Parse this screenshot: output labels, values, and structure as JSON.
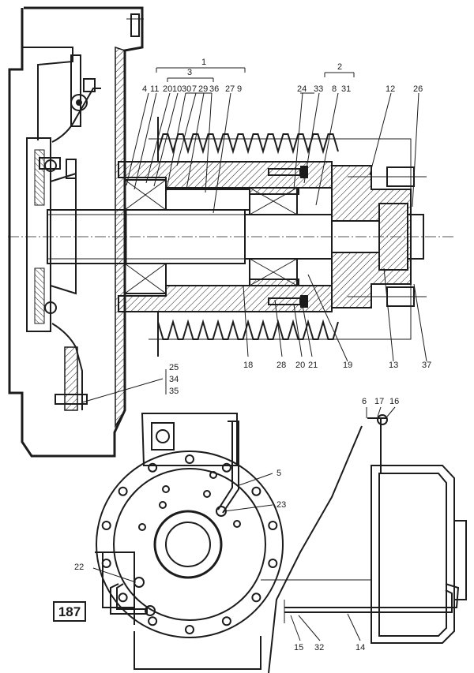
{
  "figure": {
    "number": "187"
  },
  "callouts": {
    "group_1": "1",
    "group_2": "2",
    "group_3": "3",
    "p4": "4",
    "p11": "11",
    "p20_top": "20",
    "p10": "10",
    "p30": "30",
    "p7": "7",
    "p29": "29",
    "p36": "36",
    "p27": "27",
    "p9": "9",
    "p24": "24",
    "p33": "33",
    "p8": "8",
    "p31": "31",
    "p12": "12",
    "p26": "26",
    "p18": "18",
    "p28": "28",
    "p20_bottom": "20",
    "p21": "21",
    "p19": "19",
    "p13": "13",
    "p37": "37",
    "p25": "25",
    "p34": "34",
    "p35": "35",
    "p6": "6",
    "p17": "17",
    "p16": "16",
    "p5": "5",
    "p23": "23",
    "p22": "22",
    "p15": "15",
    "p32": "32",
    "p14": "14"
  }
}
